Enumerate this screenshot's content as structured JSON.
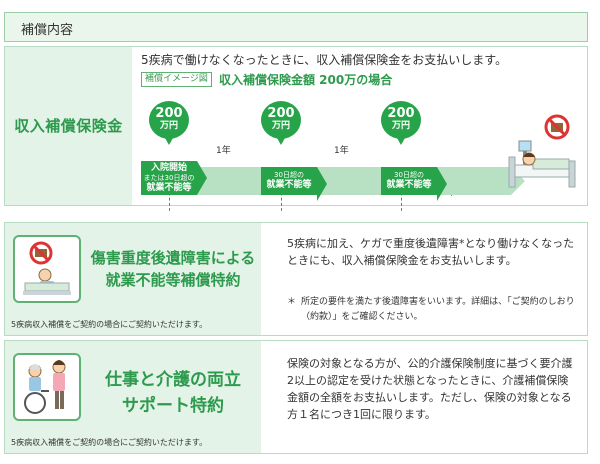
{
  "header": {
    "title": "補償内容"
  },
  "income_card": {
    "title": "収入補償保険金",
    "description": "5疾病で働けなくなったときに、収入補償保険金をお支払いします。",
    "example_tag": "補償イメージ図",
    "example_caption": "収入補償保険金額 200万の場合",
    "payments": [
      {
        "amount": "200",
        "unit": "万円"
      },
      {
        "amount": "200",
        "unit": "万円"
      },
      {
        "amount": "200",
        "unit": "万円"
      }
    ],
    "interval_label": "1年",
    "segments": [
      {
        "line1": "入院開始",
        "line2": "または30日超の",
        "line3": "就業不能等"
      },
      {
        "line1": "30日超の",
        "line2": "就業不能等"
      },
      {
        "line1": "30日超の",
        "line2": "就業不能等"
      }
    ]
  },
  "disability_card": {
    "title_line1": "傷害重度後遺障害による",
    "title_line2": "就業不能等補償特約",
    "note": "5疾病収入補償をご契約の場合にご契約いただけます。",
    "body": "5疾病に加え、ケガで重度後遺障害*となり働けなくなったときにも、収入補償保険金をお支払いします。",
    "footnote_mark": "＊",
    "footnote": "所定の要件を満たす後遺障害をいいます。詳細は、「ご契約のしおり（約款）」をご確認ください。"
  },
  "care_card": {
    "title_line1": "仕事と介護の両立",
    "title_line2": "サポート特約",
    "note": "5疾病収入補償をご契約の場合にご契約いただけます。",
    "body": "保険の対象となる方が、公的介護保険制度に基づく要介護2以上の認定を受けた状態となったときに、介護補償保険金額の全額をお支払いします。ただし、保険の対象となる方１名につき1回に限ります。"
  },
  "colors": {
    "accent": "#27a34a",
    "panel": "#e3f3e7",
    "border": "#b8dcc3"
  }
}
